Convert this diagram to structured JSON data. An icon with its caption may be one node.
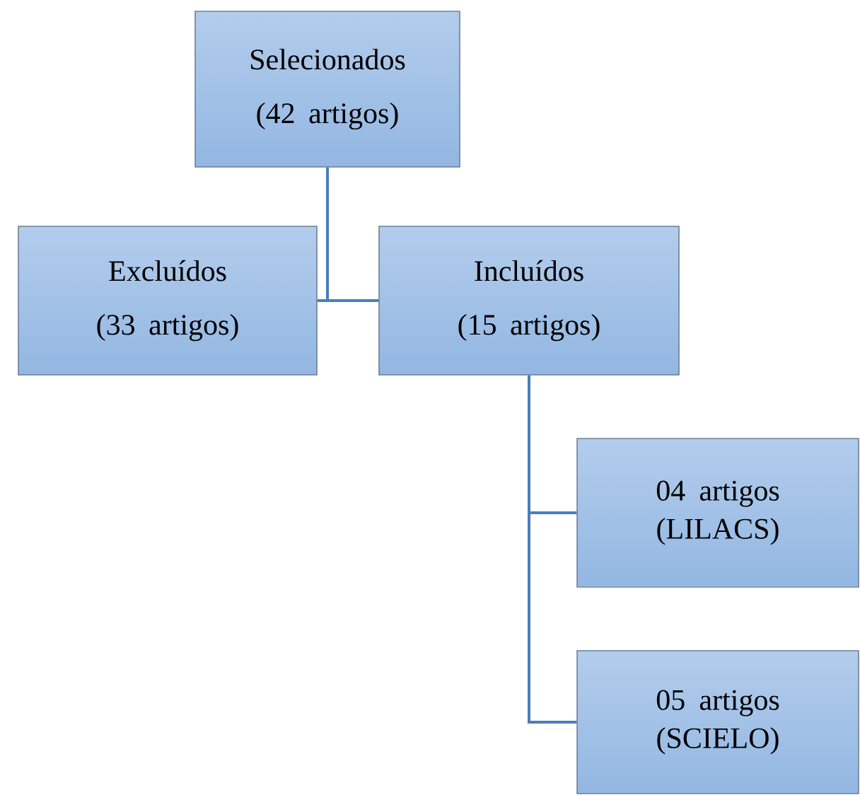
{
  "diagram": {
    "nodes": [
      {
        "text": [
          "Selecionados (42 artigos)"
        ]
      },
      {
        "text": [
          "Excluídos (33 artigos)"
        ]
      },
      {
        "text": [
          "Incluídos (15 artigos)"
        ]
      },
      {
        "text": [
          "04 artigos (LILACS)"
        ]
      },
      {
        "text": [
          "05 artigos (SCIELO)"
        ]
      }
    ],
    "edges": [
      {
        "from": 0,
        "to": 1,
        "arrow": "none"
      },
      {
        "from": 0,
        "to": 2,
        "arrow": "none"
      },
      {
        "from": 2,
        "to": 3,
        "arrow": "none"
      },
      {
        "from": 2,
        "to": 4,
        "arrow": "none"
      }
    ]
  }
}
